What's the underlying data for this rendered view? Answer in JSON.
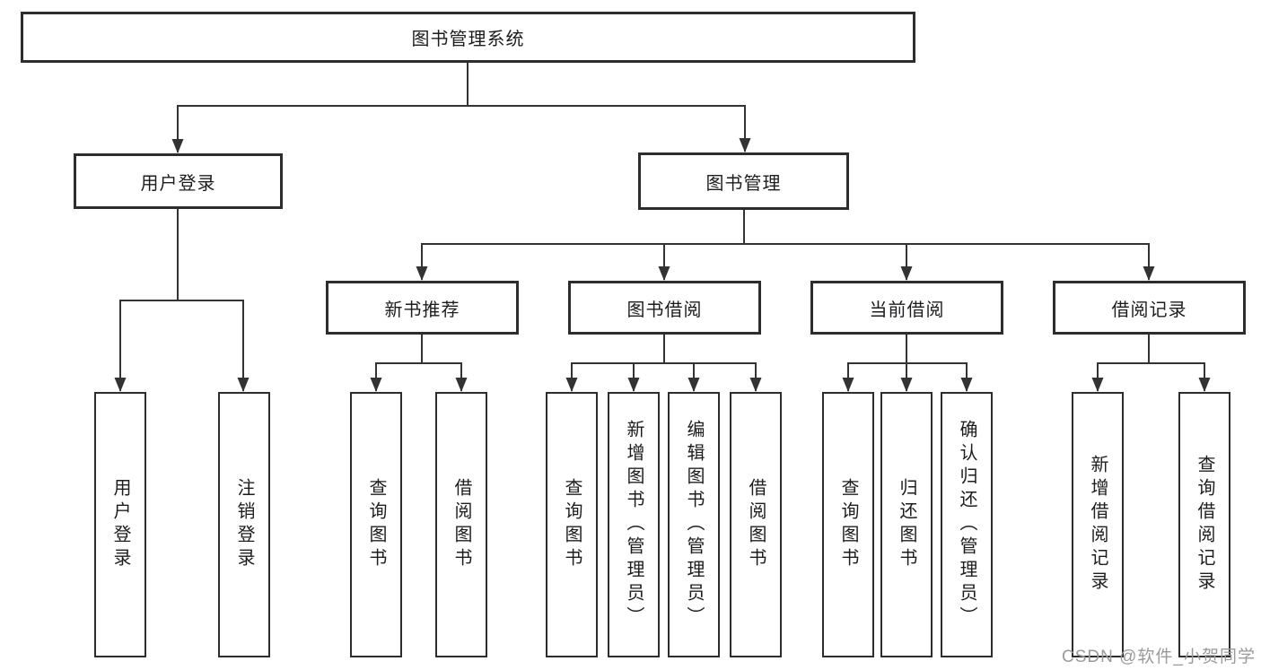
{
  "diagram": {
    "root": {
      "label": "图书管理系统"
    },
    "branches": [
      {
        "label": "用户登录",
        "children": [
          {
            "label": "用户登录"
          },
          {
            "label": "注销登录"
          }
        ]
      },
      {
        "label": "图书管理",
        "groups": [
          {
            "label": "新书推荐",
            "children": [
              {
                "label": "查询图书"
              },
              {
                "label": "借阅图书"
              }
            ]
          },
          {
            "label": "图书借阅",
            "children": [
              {
                "label": "查询图书"
              },
              {
                "label": "新增图书（管理员）"
              },
              {
                "label": "编辑图书（管理员）"
              },
              {
                "label": "借阅图书"
              }
            ]
          },
          {
            "label": "当前借阅",
            "children": [
              {
                "label": "查询图书"
              },
              {
                "label": "归还图书"
              },
              {
                "label": "确认归还（管理员）"
              }
            ]
          },
          {
            "label": "借阅记录",
            "children": [
              {
                "label": "新增借阅记录"
              },
              {
                "label": "查询借阅记录"
              }
            ]
          }
        ]
      }
    ],
    "colors": {
      "line": "#333333",
      "border": "#2d2d2d",
      "text": "#1d1d1f",
      "background": "#ffffff",
      "watermark": "#9a9a9a"
    }
  },
  "watermark": {
    "text": "CSDN @软件_小贺同学"
  }
}
